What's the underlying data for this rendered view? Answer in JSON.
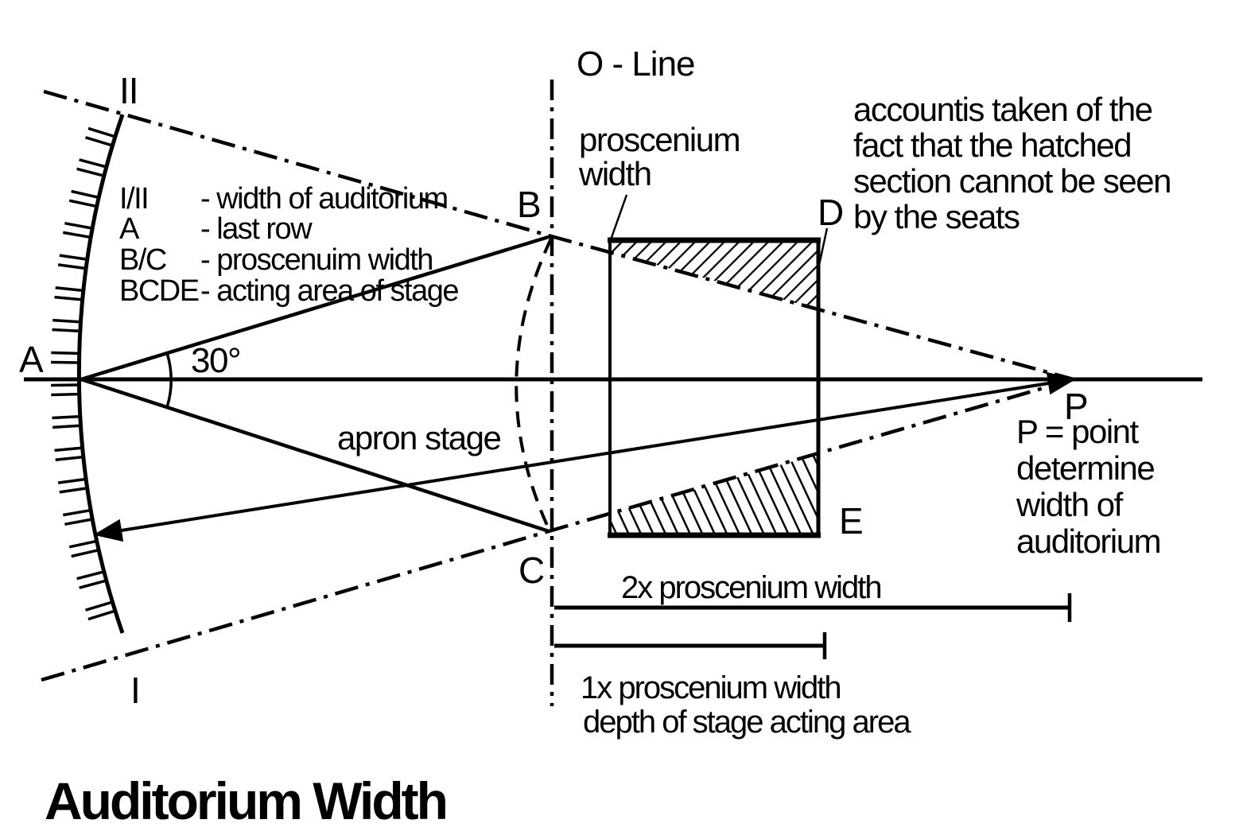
{
  "diagram_title": "Auditorium Width",
  "colors": {
    "ink": "#000000",
    "paper": "#ffffff"
  },
  "labels": {
    "o_line": "O - Line",
    "proscenium_width": [
      "proscenium",
      "width"
    ],
    "hatch_note": [
      "accountis taken of the",
      "fact that the hatched",
      "section cannot be seen",
      "by the seats"
    ],
    "p_note": [
      "P = point",
      "determine",
      "width of",
      "auditorium"
    ],
    "apron_stage": "apron stage",
    "angle_30": "30°",
    "dim_2x": "2x proscenium width",
    "dim_1x": [
      "1x proscenium width",
      "depth of stage acting area"
    ]
  },
  "points": {
    "A": "A",
    "B": "B",
    "C": "C",
    "D": "D",
    "E": "E",
    "P": "P",
    "I": "I",
    "II": "II"
  },
  "legend": {
    "rows": [
      {
        "key": "I/II",
        "desc": "- width of auditorium"
      },
      {
        "key": "A",
        "desc": "- last row"
      },
      {
        "key": "B/C",
        "desc": "- proscenuim width"
      },
      {
        "key": "BCDE",
        "desc": "- acting area of stage"
      }
    ]
  }
}
